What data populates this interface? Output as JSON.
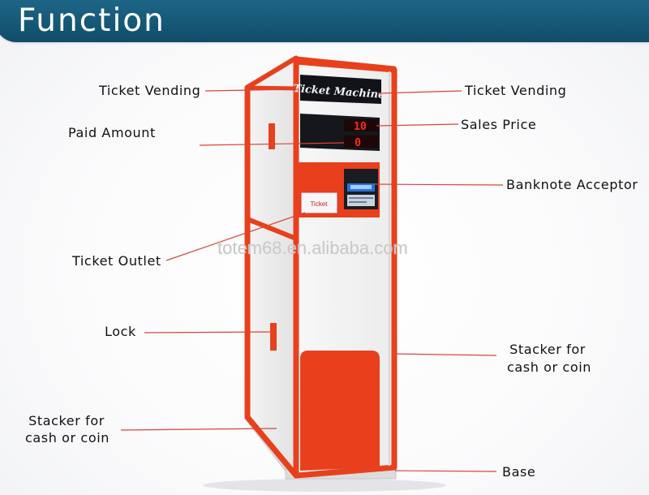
{
  "header": {
    "title": "Function"
  },
  "labels": {
    "ticket_vending_left": "Ticket Vending",
    "paid_amount": "Paid Amount",
    "ticket_outlet": "Ticket Outlet",
    "lock": "Lock",
    "stacker_left_line1": "Stacker for",
    "stacker_left_line2": "cash or coin",
    "ticket_vending_right": "Ticket Vending",
    "sales_price": "Sales Price",
    "banknote_acceptor": "Banknote Acceptor",
    "stacker_right_line1": "Stacker for",
    "stacker_right_line2": "cash or coin",
    "base": "Base"
  },
  "machine": {
    "sign": "Ticket Machine",
    "display_price": "10",
    "display_paid": "0",
    "ticket_slot": "Ticket"
  },
  "watermark": "totem68.en.alibaba.com",
  "colors": {
    "header": "#155775",
    "machine_frame": "#e8401c",
    "display_digits": "#ff2a1a",
    "leader_lines": "#d9453a"
  }
}
